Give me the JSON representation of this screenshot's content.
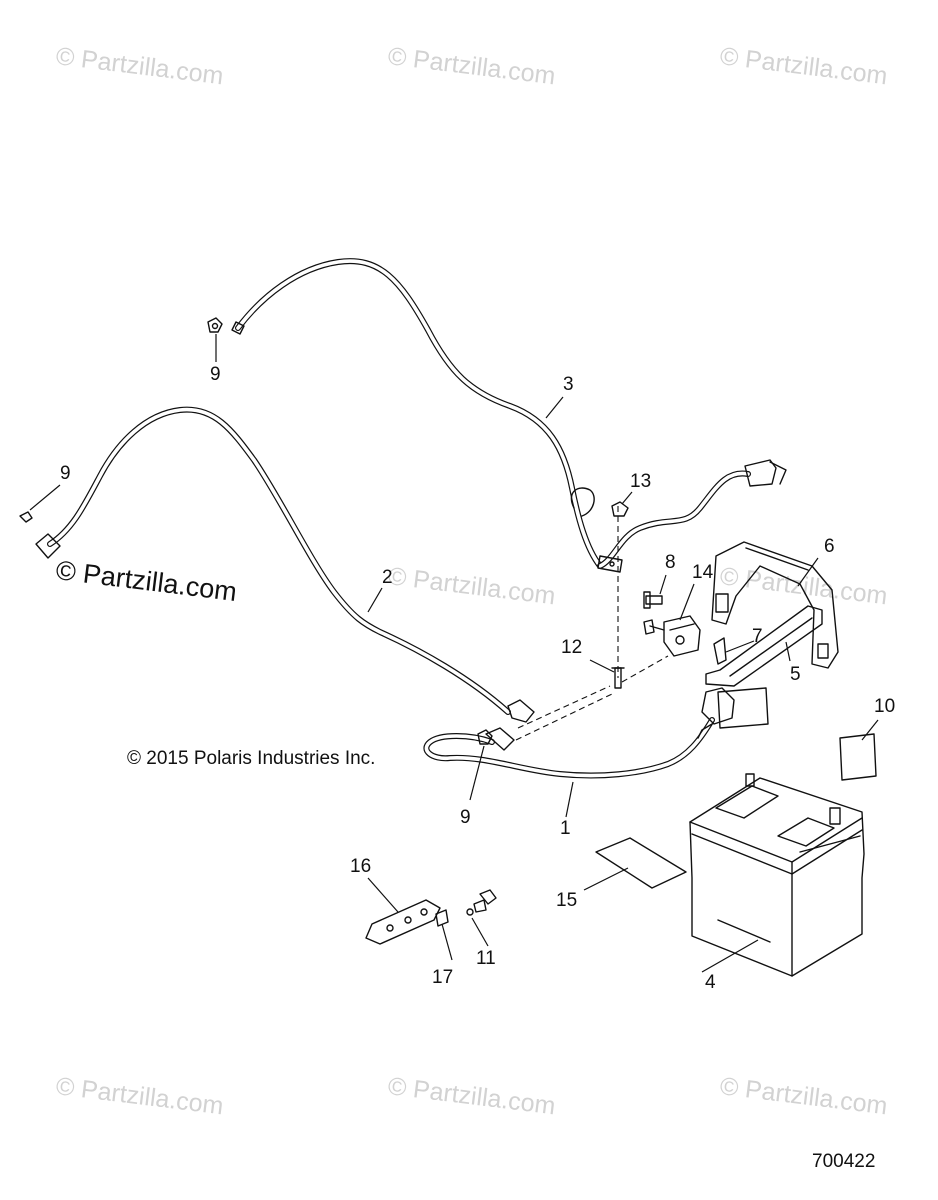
{
  "watermarks": {
    "main": "© Partzilla.com",
    "faint": "© Partzilla.com"
  },
  "copyright": "© 2015 Polaris Industries Inc.",
  "document_number": "700422",
  "callouts": {
    "c1": "1",
    "c2": "2",
    "c3": "3",
    "c4": "4",
    "c5": "5",
    "c6": "6",
    "c7": "7",
    "c8": "8",
    "c9a": "9",
    "c9b": "9",
    "c9c": "9",
    "c10": "10",
    "c11": "11",
    "c12": "12",
    "c13": "13",
    "c14": "14",
    "c15": "15",
    "c16": "16",
    "c17": "17"
  },
  "colors": {
    "line": "#111111",
    "watermark": "#d2d2d2",
    "background": "#ffffff"
  }
}
